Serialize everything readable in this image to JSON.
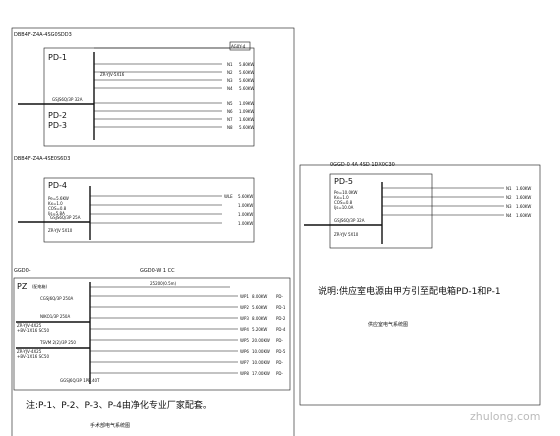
{
  "panels": {
    "p1": {
      "tag": "PD-1",
      "header_code": "DBB4F-Z4A-4SG0SDD3",
      "sub_labels": [
        "PD-2",
        "PD-3"
      ],
      "feed_text": "GSJS6Q/3P 32A",
      "cable_text": "ZR-YJV-5X16",
      "outputs": [
        {
          "n": "N1",
          "kw": "5.80KW"
        },
        {
          "n": "N2",
          "kw": "5.60KW"
        },
        {
          "n": "N3",
          "kw": "5.60KW"
        },
        {
          "n": "N4",
          "kw": "5.60KW"
        },
        {
          "n": "N5",
          "kw": "1.09KW"
        },
        {
          "n": "N6",
          "kw": "1.09KW"
        },
        {
          "n": "N7",
          "kw": "1.60KW"
        },
        {
          "n": "N8",
          "kw": "5.60KW"
        }
      ],
      "top_box": "AG0Y-4"
    },
    "p4": {
      "tag": "PD-4",
      "header_code": "DBB4F-Z4A-4SE0S6D3",
      "params": [
        "Pe=5.6KW",
        "Kx=1.0",
        "COS=0.8",
        "Ijs=5.8A"
      ],
      "feed_text": "GSJS6Q/3P 25A",
      "cable_text": "ZR-YJV 5X10",
      "outputs": [
        {
          "n": "WLE",
          "kw": "5.60KW"
        },
        {
          "n": "",
          "kw": "1.00KW"
        },
        {
          "n": "",
          "kw": "1.00KW"
        },
        {
          "n": "",
          "kw": "1.00KW"
        }
      ]
    },
    "pz": {
      "tag": "PZ",
      "tag_note": "(配电箱)",
      "header_code": "GGD0-",
      "header_code2": "GGD0-W 1 CC",
      "bus_text": "25200(0.5m)",
      "feeds": [
        "CGSJ6Q/3P 250A",
        "NIKO1/3P 250A",
        "TSVM 2(2)/3P 250"
      ],
      "incoming": [
        "ZR-YJV-4X25",
        "+BV-1X16 SC50",
        "ZR-YJV-4X25",
        "+BV-1X16 SC50"
      ],
      "bottom_text": "GGSJ6Q/3P 1PE.40T",
      "outputs": [
        {
          "n": "WP1",
          "kw": "8.00KW",
          "pd": "PD-"
        },
        {
          "n": "WP2",
          "kw": "5.60KW",
          "pd": "PD-1"
        },
        {
          "n": "WP3",
          "kw": "8.00KW",
          "pd": "PD-2"
        },
        {
          "n": "WP4",
          "kw": "5.20KW",
          "pd": "PD-4"
        },
        {
          "n": "WP5",
          "kw": "20.00KW",
          "pd": "PD-"
        },
        {
          "n": "WP6",
          "kw": "10.00KW",
          "pd": "PD-5"
        },
        {
          "n": "WP7",
          "kw": "10.00KW",
          "pd": "PD-"
        },
        {
          "n": "WP8",
          "kw": "17.00KW",
          "pd": "PD-"
        }
      ]
    },
    "p5": {
      "tag": "PD-5",
      "header_code": "0GGD-0 4A 4SD 1DX0C30",
      "params": [
        "Pe=10.0KW",
        "Kx=1.0",
        "COS=0.8",
        "Ijs=10.0A"
      ],
      "feed_text": "GSJS6Q/3P 32A",
      "cable_text": "ZR-YJV 5X10",
      "outputs": [
        {
          "n": "N1",
          "kw": "1.60KW"
        },
        {
          "n": "N2",
          "kw": "1.60KW"
        },
        {
          "n": "N3",
          "kw": "1.60KW"
        },
        {
          "n": "N4",
          "kw": "1.60KW"
        }
      ]
    }
  },
  "left_caption_note": "注:P-1、P-2、P-3、P-4由净化专业厂家配套。",
  "left_caption_title": "手术部电气系统图",
  "right_note": "说明:供应室电源由甲方引至配电箱PD-1和P-1",
  "right_title": "供应室电气系统图",
  "watermark": "zhulong.com"
}
